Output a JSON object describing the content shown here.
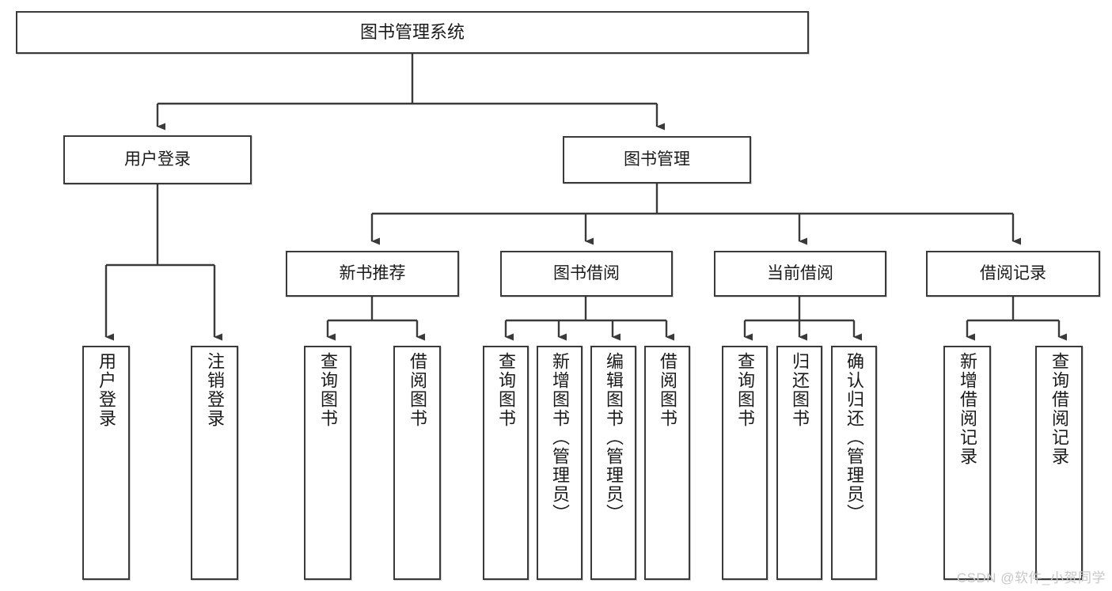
{
  "diagram": {
    "title": "图书管理系统",
    "watermark": "CSDN @软件_小贺同学",
    "colors": {
      "stroke": "#3a3a3a",
      "background": "#ffffff",
      "text": "#1a1a1a",
      "watermark": "#c8c8c8"
    },
    "root": {
      "label": "图书管理系统"
    },
    "level2": [
      {
        "label": "用户登录"
      },
      {
        "label": "图书管理"
      }
    ],
    "level3": [
      {
        "label": "新书推荐"
      },
      {
        "label": "图书借阅"
      },
      {
        "label": "当前借阅"
      },
      {
        "label": "借阅记录"
      }
    ],
    "leaves": {
      "user_login": [
        {
          "label": "用户登录"
        },
        {
          "label": "注销登录"
        }
      ],
      "new_book_recommend": [
        {
          "label": "查询图书"
        },
        {
          "label": "借阅图书"
        }
      ],
      "book_borrow": [
        {
          "label": "查询图书"
        },
        {
          "label": "新增图书（管理员）"
        },
        {
          "label": "编辑图书（管理员）"
        },
        {
          "label": "借阅图书"
        }
      ],
      "current_borrow": [
        {
          "label": "查询图书"
        },
        {
          "label": "归还图书"
        },
        {
          "label": "确认归还（管理员）"
        }
      ],
      "borrow_records": [
        {
          "label": "新增借阅记录"
        },
        {
          "label": "查询借阅记录"
        }
      ]
    }
  }
}
